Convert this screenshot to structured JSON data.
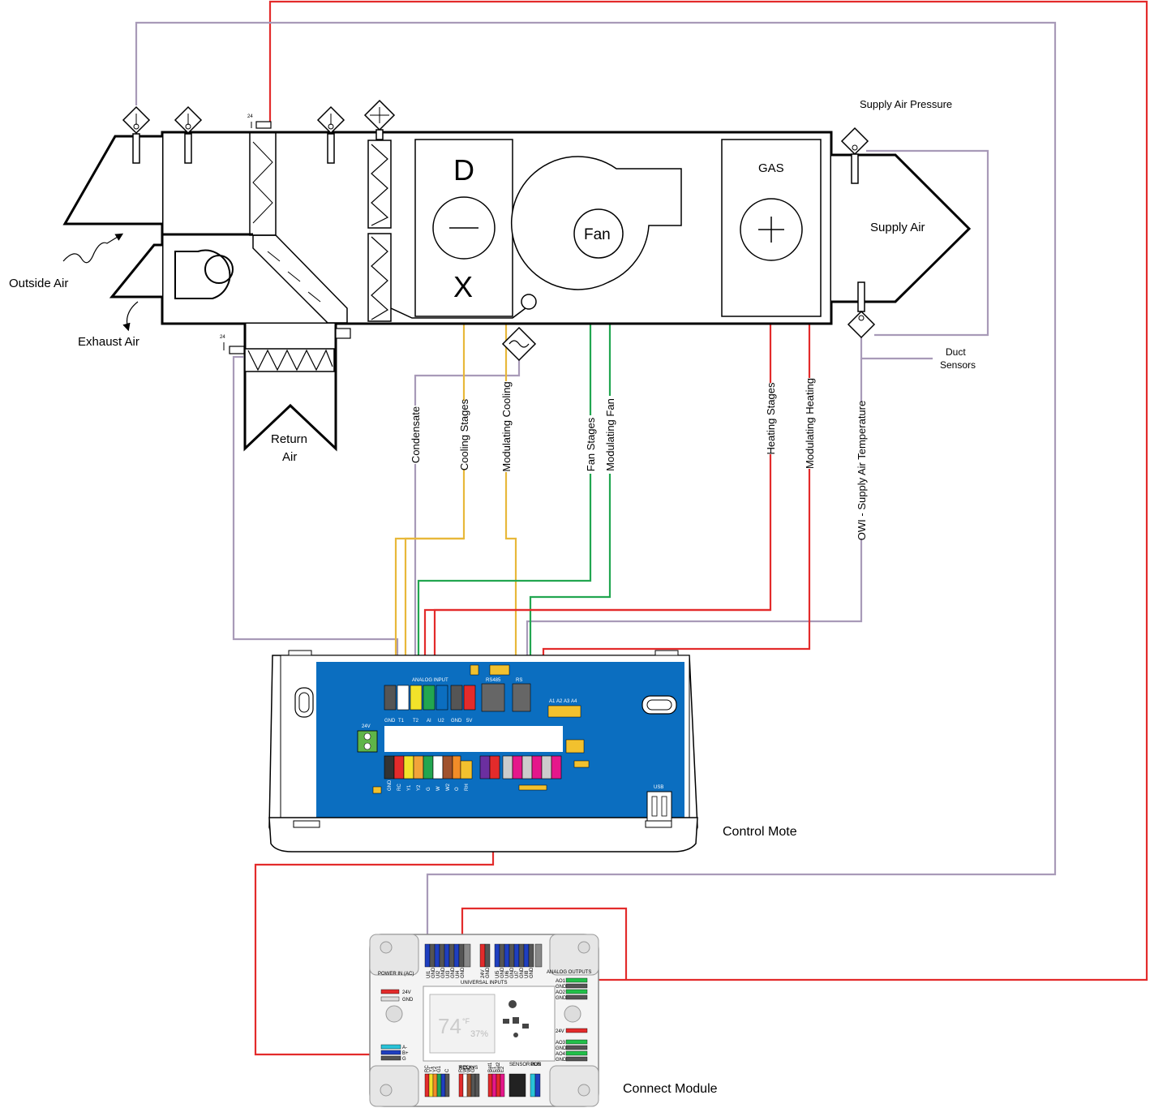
{
  "labels": {
    "outside_air": "Outside Air",
    "exhaust_air": "Exhaust Air",
    "return_air_1": "Return",
    "return_air_2": "Air",
    "supply_air": "Supply Air",
    "supply_air_pressure": "Supply Air Pressure",
    "duct_sensors_1": "Duct",
    "duct_sensors_2": "Sensors",
    "dx_d": "D",
    "dx_x": "X",
    "fan": "Fan",
    "gas": "GAS",
    "control_mote": "Control Mote",
    "connect_module": "Connect Module",
    "actuator_24_a": "24",
    "actuator_24_b": "24"
  },
  "wire_labels": {
    "condensate": "Condensate",
    "cooling_stages": "Cooling Stages",
    "modulating_cooling": "Modulating Cooling",
    "fan_stages": "Fan Stages",
    "modulating_fan": "Modulating Fan",
    "heating_stages": "Heating Stages",
    "modulating_heating": "Modulating Heating",
    "owi_supply_air_temp": "OWI - Supply Air Temperature"
  },
  "control_mote": {
    "rs485": "RS485",
    "rs485_b": "RS",
    "inputs_header": "ANALOG INPUT",
    "top_terminals": [
      "GND",
      "T1",
      "T2",
      "AI",
      "U2",
      "GND",
      "5V"
    ],
    "power_label": "24V",
    "bottom_terminals": [
      "GND",
      "RC",
      "Y1",
      "Y2",
      "G",
      "W",
      "W2",
      "O",
      "RH"
    ],
    "usb": "USB",
    "addr": [
      "A1",
      "A2",
      "A3",
      "A4"
    ]
  },
  "connect_module": {
    "universal_inputs": "UNIVERSAL INPUTS",
    "analog_outputs": "ANALOG OUTPUTS",
    "power_in": "POWER IN (AC)",
    "relays": "RELAYS",
    "sensor_bus": "SENSOR BUS",
    "por": "POR",
    "display_temp": "74",
    "display_unit": "°F",
    "display_humidity": "37%",
    "ao_labels": [
      "AO1",
      "GND",
      "AO2",
      "GND",
      "24V",
      "AO3",
      "GND",
      "AO4",
      "GND"
    ],
    "power_labels": [
      "24V",
      "GND"
    ],
    "rs485_labels": [
      "A-",
      "B+",
      "G"
    ],
    "relay_labels": [
      "RC",
      "Y1",
      "Y2",
      "G1",
      "C",
      "RH",
      "W1",
      "W2",
      "G2",
      "Bat1",
      "E1",
      "Bat2",
      "E2"
    ],
    "ui_labels": [
      "UI1",
      "GND",
      "UI2",
      "GND",
      "UI3",
      "GND",
      "UI4",
      "GND",
      "24V",
      "GND",
      "UI5",
      "GND",
      "UI6",
      "GND",
      "UI7",
      "GND",
      "UI8",
      "GND"
    ]
  },
  "colors": {
    "red": "#e32b2b",
    "gray": "#a89ab8",
    "yellow": "#e8b83a",
    "green": "#22a650",
    "board_blue": "#0b6ec0"
  }
}
